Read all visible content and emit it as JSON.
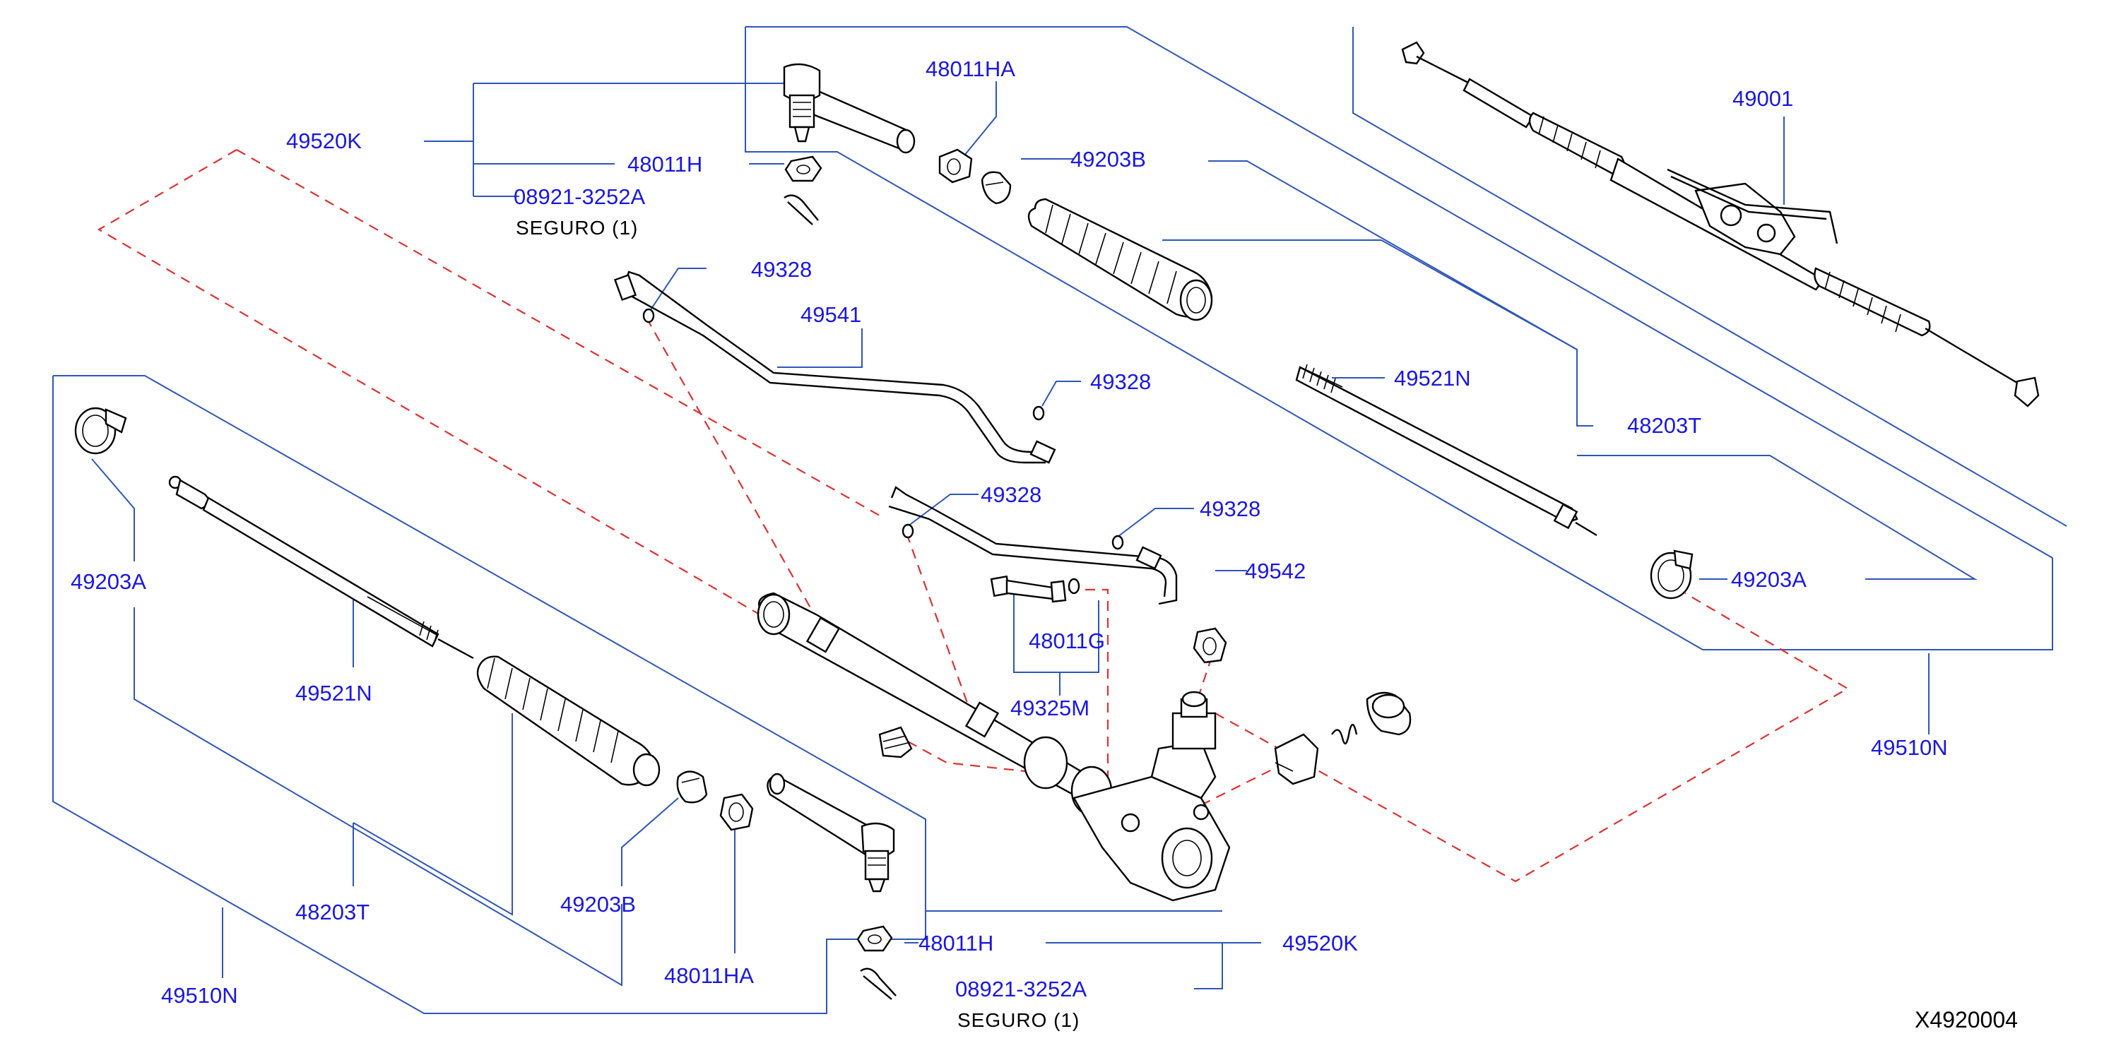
{
  "colors": {
    "label": "#1a17e0",
    "leader": "#2d56b8",
    "dashed_guide": "#e03030",
    "drawing": "#000000"
  },
  "labels": {
    "p49520k_top": "49520K",
    "p48011h_top": "48011H",
    "p08921_top": "08921-3252A",
    "seguro_top": "SEGURO   (1)",
    "p48011ha_top": "48011HA",
    "p49203b_top": "49203B",
    "p49001": "49001",
    "p49328_a": "49328",
    "p49541": "49541",
    "p49328_b": "49328",
    "p49521n_right": "49521N",
    "p48203t_right": "48203T",
    "p49328_c": "49328",
    "p49328_d": "49328",
    "p49542": "49542",
    "p49203a_left": "49203A",
    "p48011g": "48011G",
    "p49325m": "49325M",
    "p49203a_right": "49203A",
    "p49521n_left": "49521N",
    "p49510n_right": "49510N",
    "p48203t_left": "48203T",
    "p49203b_bottom": "49203B",
    "p48011ha_bottom": "48011HA",
    "p48011h_bottom": "48011H",
    "p49520k_bottom": "49520K",
    "p08921_bottom": "08921-3252A",
    "seguro_bottom": "SEGURO   (1)",
    "p49510n_left": "49510N"
  },
  "illustration_code": "X4920004"
}
